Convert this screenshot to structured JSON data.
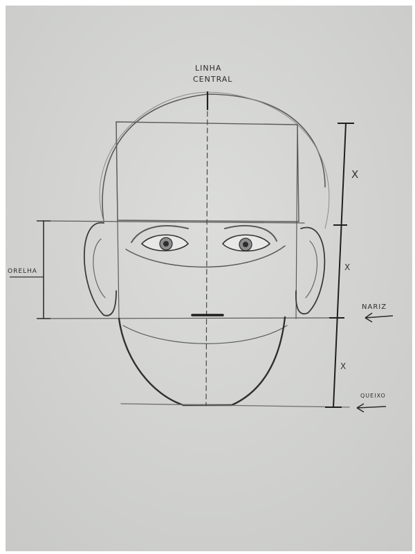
{
  "labels": {
    "title_line1": "LINHA",
    "title_line2": "CENTRAL",
    "orelha": "ORELHA",
    "nariz": "NARIZ",
    "queixo": "QUEIXO"
  },
  "proportion_marks": [
    "X",
    "X",
    "X"
  ],
  "colors": {
    "paper": "#d3d4d2",
    "pencil": "#3a3a3a",
    "guide": "#7d7d7d"
  }
}
